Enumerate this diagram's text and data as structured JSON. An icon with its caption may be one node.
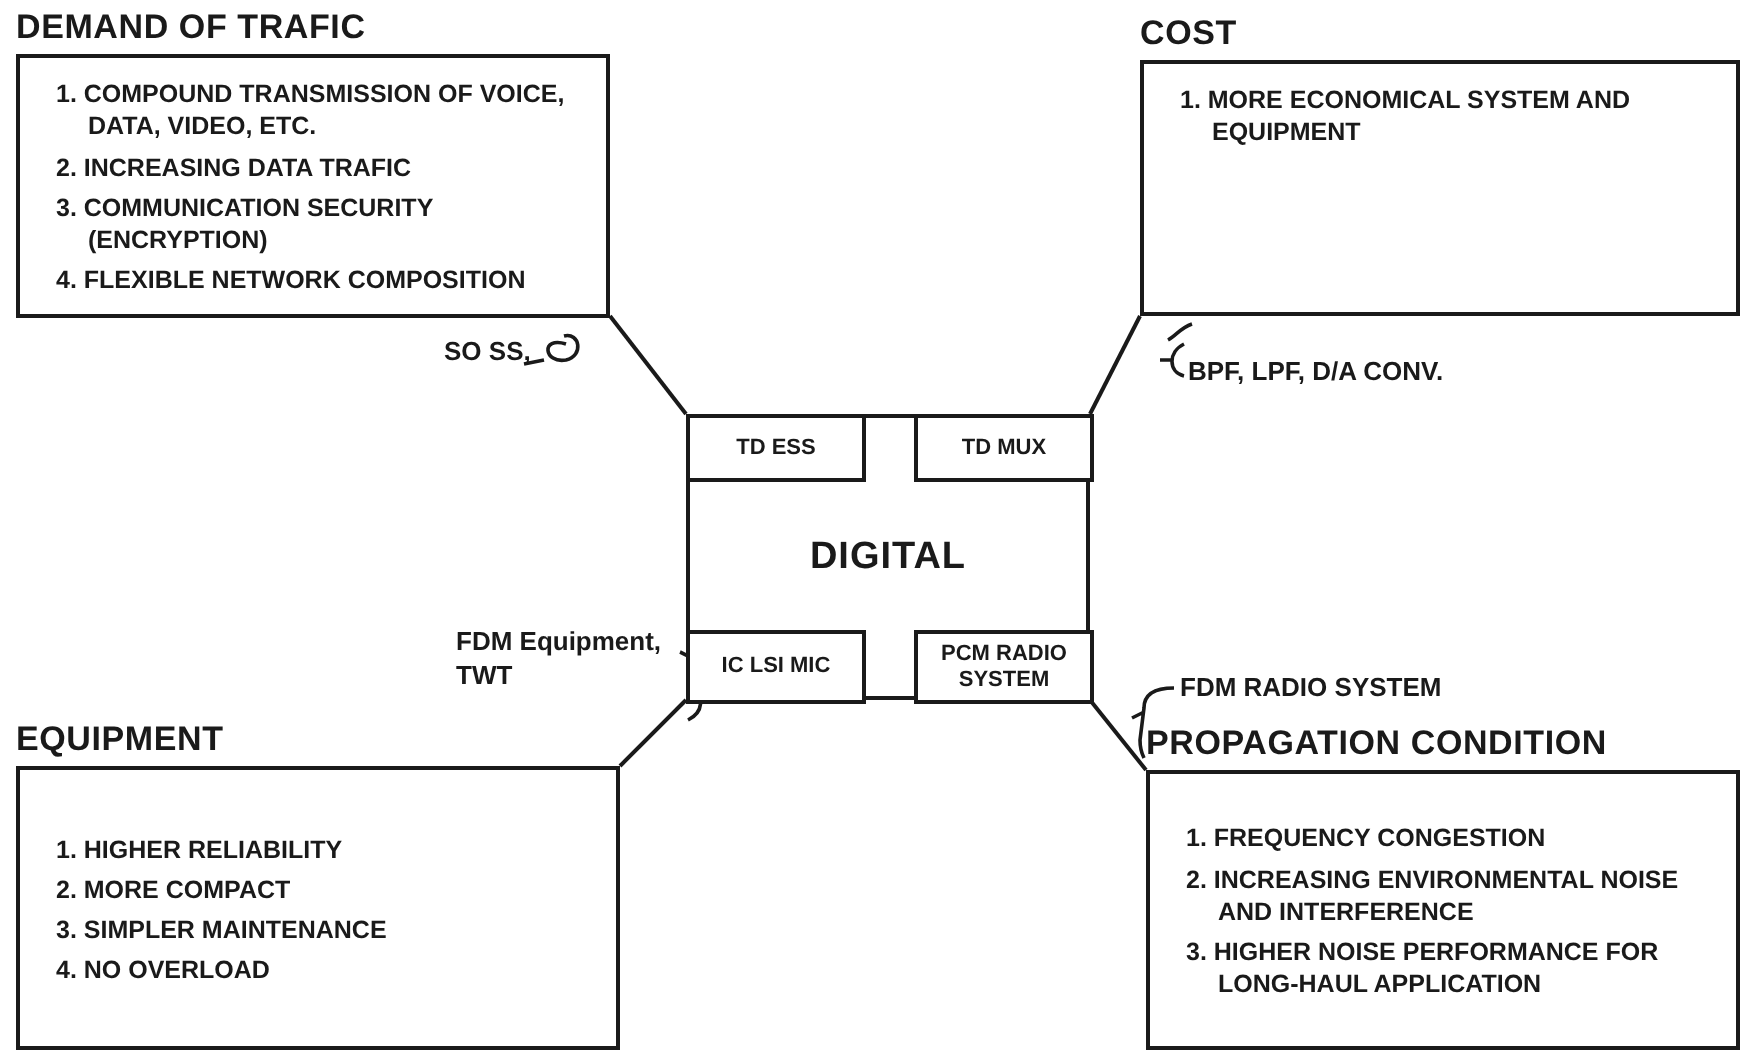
{
  "diagram": {
    "nodes": [
      {
        "text": [
          "DEMAND OF TRAFIC",
          "1. COMPOUND TRANSMISSION OF VOICE, DATA, VIDEO, ETC.",
          "2. INCREASING DATA TRAFIC",
          "3. COMMUNICATION SECURITY (ENCRYPTION)",
          "4. FLEXIBLE NETWORK COMPOSITION"
        ]
      },
      {
        "text": [
          "COST",
          "1. MORE ECONOMICAL SYSTEM AND EQUIPMENT"
        ]
      },
      {
        "text": [
          "DIGITAL"
        ]
      },
      {
        "text": [
          "TD ESS"
        ],
        "in": 2
      },
      {
        "text": [
          "TD MUX"
        ],
        "in": 2
      },
      {
        "text": [
          "IC LSI MIC"
        ],
        "in": 2
      },
      {
        "text": [
          "PCM RADIO SYSTEM"
        ],
        "in": 2
      },
      {
        "text": [
          "EQUIPMENT",
          "1. HIGHER RELIABILITY",
          "2. MORE COMPACT",
          "3. SIMPLER MAINTENANCE",
          "4. NO OVERLOAD"
        ]
      },
      {
        "text": [
          "PROPAGATION CONDITION",
          "1. FREQUENCY CONGESTION",
          "2. INCREASING ENVIRONMENTAL NOISE AND INTERFERENCE",
          "3. HIGHER NOISE PERFORMANCE FOR LONG-HAUL APPLICATION"
        ]
      }
    ],
    "edges": [
      {
        "from": 2,
        "to": 0,
        "arrow": "none"
      },
      {
        "from": 2,
        "to": 1,
        "arrow": "none"
      },
      {
        "from": 2,
        "to": 7,
        "arrow": "none"
      },
      {
        "from": 2,
        "to": 8,
        "arrow": "none"
      }
    ],
    "labels": [
      "SO SS,",
      "BPF, LPF, D/A CONV.",
      "FDM Equipment, TWT",
      "FDM RADIO SYSTEM"
    ]
  }
}
